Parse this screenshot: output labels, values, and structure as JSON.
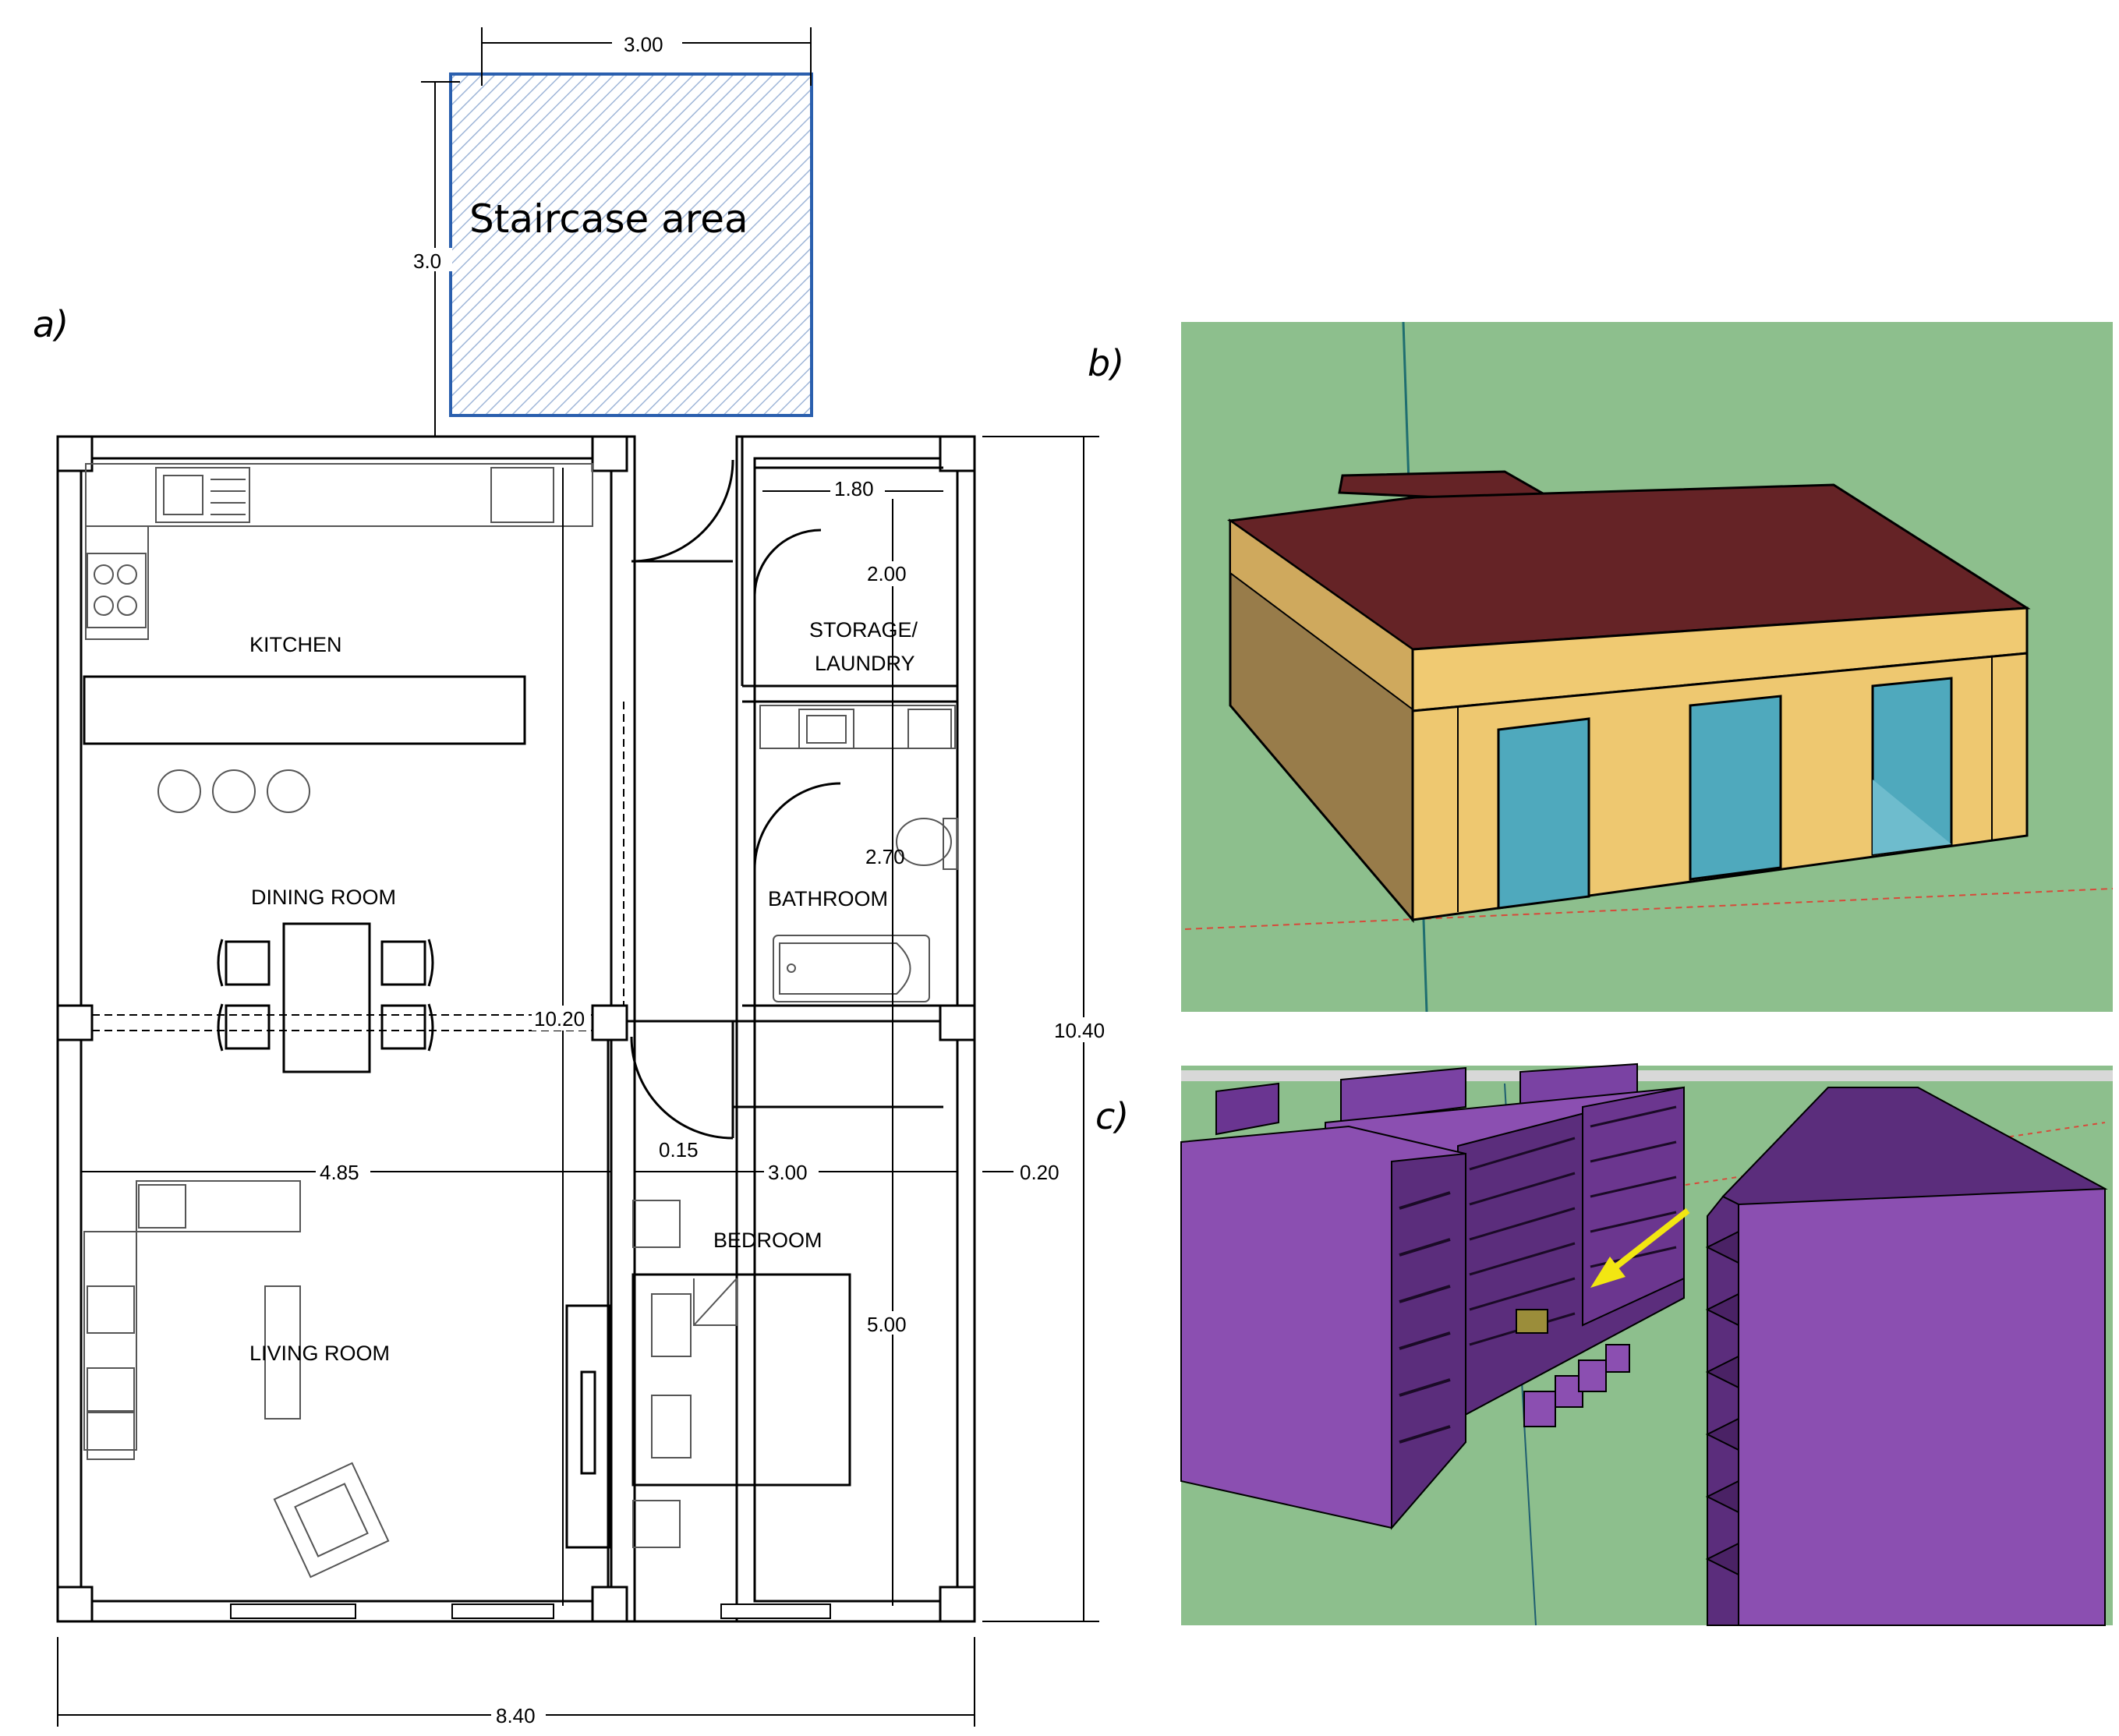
{
  "panels": {
    "a": "a)",
    "b": "b)",
    "c": "c)"
  },
  "plan": {
    "staircase_label": "Staircase area",
    "rooms": {
      "kitchen": "KITCHEN",
      "dining": "DINING ROOM",
      "storage_line1": "STORAGE/",
      "storage_line2": "LAUNDRY",
      "bathroom": "BATHROOM",
      "bedroom": "BEDROOM",
      "living": "LIVING ROOM"
    },
    "dimensions": {
      "stair_width": "3.00",
      "stair_depth": "3.0",
      "storage_width": "1.80",
      "storage_depth": "2.00",
      "bathroom_depth": "2.70",
      "left_height": "10.20",
      "overall_height": "10.40",
      "living_width": "4.85",
      "wall_gap": "0.15",
      "bedroom_width": "3.00",
      "outer_wall": "0.20",
      "bedroom_depth": "5.00",
      "overall_width": "8.40"
    }
  },
  "colors": {
    "ground": "#8dbf8d",
    "roof": "#652326",
    "wall": "#eec870",
    "wall_side": "#987c4a",
    "glass": "#4fa9bd",
    "building": "#8b4fb1",
    "building_dark": "#5b2d7c",
    "arrow": "#f2e612",
    "stair_hatch": "#3a6bb0"
  }
}
